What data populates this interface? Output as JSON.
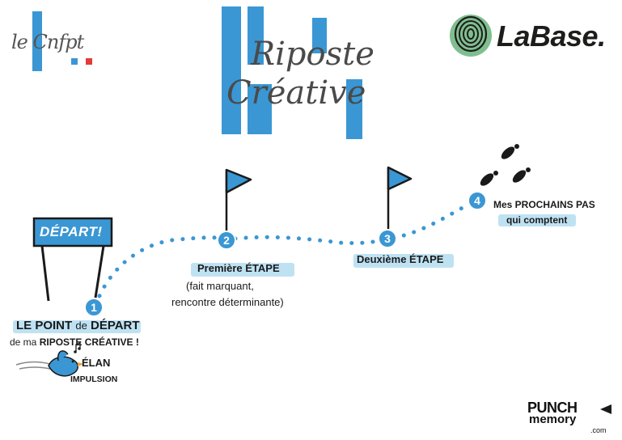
{
  "logos": {
    "cnfpt": "le Cnfpt",
    "labase": "LaBase.",
    "punch_top": "PUNCH",
    "punch_bottom": "memory",
    "punch_domain": ".com"
  },
  "title": {
    "line1": "Riposte",
    "line2": "Créative"
  },
  "start_banner": "DÉPART!",
  "steps": [
    {
      "number": "1",
      "title_a": "LE POINT",
      "title_b": "de",
      "title_c": "DÉPART",
      "subtitle_a": "de ma",
      "subtitle_b": "RIPOSTE CRÉATIVE !"
    },
    {
      "number": "2",
      "title": "Première ÉTAPE",
      "note_line1": "(fait marquant,",
      "note_line2": "rencontre déterminante)"
    },
    {
      "number": "3",
      "title": "Deuxième ÉTAPE"
    },
    {
      "number": "4",
      "title_line1": "Mes PROCHAINS PAS",
      "title_line2": "qui comptent"
    }
  ],
  "bird_labels": {
    "word1": "ÉLAN",
    "word2": "IMPULSION"
  },
  "colors": {
    "accent_blue": "#3a97d4",
    "highlight_blue": "#bfe2f3",
    "dark": "#1a1a1a"
  }
}
